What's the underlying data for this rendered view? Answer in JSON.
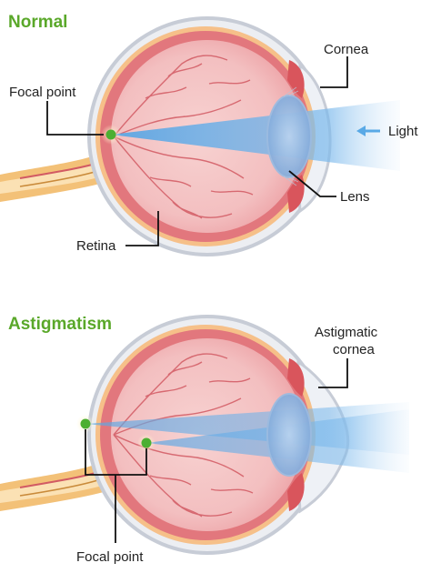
{
  "colors": {
    "title_green": "#5aa82a",
    "sclera_outer": "#c7ccd6",
    "sclera_inner": "#eceef2",
    "choroid": "#f6c089",
    "retina": "#e2777d",
    "vitreous": "#f5c3c4",
    "vessel": "#d25a63",
    "lens": "#8fb6e2",
    "iris": "#d9555c",
    "light_beam": "#5aa6e4",
    "focal_point": "#4caf32",
    "nerve_outer": "#f3c178",
    "nerve_inner": "#fbe1b4",
    "arrow": "#59a9e6",
    "leader_line": "#111111"
  },
  "top": {
    "title": "Normal",
    "labels": {
      "focal_point": "Focal point",
      "cornea": "Cornea",
      "light": "Light",
      "lens": "Lens",
      "retina": "Retina"
    }
  },
  "bottom": {
    "title": "Astigmatism",
    "labels": {
      "cornea_line1": "Astigmatic",
      "cornea_line2": "cornea",
      "focal_point": "Focal point"
    }
  }
}
